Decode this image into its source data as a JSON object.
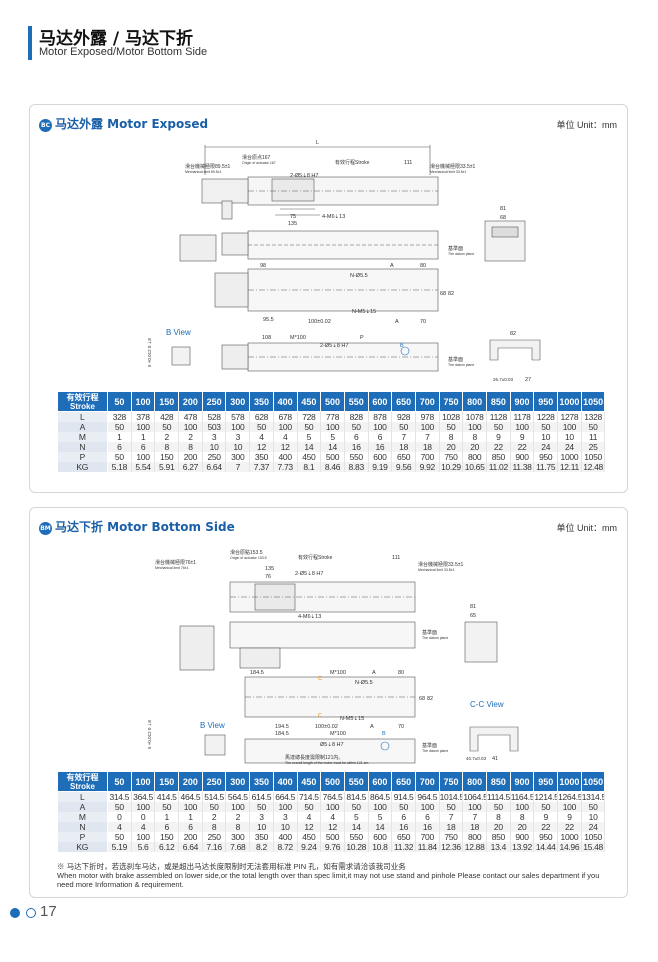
{
  "header": {
    "title": "马达外露 / 马达下折",
    "subtitle": "Motor Exposed/Motor Bottom Side"
  },
  "unit_label": "单位 Unit：mm",
  "section1": {
    "badge": "BC",
    "title": "马达外露 Motor  Exposed",
    "labels": {
      "L": "L",
      "origin": "滑台原点167",
      "origin_en": "Origin of actuator 167",
      "stroke": "有效行程Stroke",
      "d111": "111",
      "mech_left": "滑台機械極限89.5±1",
      "mech_left_en": "Mechanical limit 89.5±1",
      "mech_right": "滑台機械極限33.5±1",
      "mech_right_en": "Mechanical limit 33.5±1",
      "pin": "2-Ø5⇣8 H7",
      "d75": "75",
      "d135": "135",
      "m6": "4-M6⇣13",
      "d81": "81",
      "d68": "68",
      "datum": "基準面",
      "datum_en": "The datum plane",
      "d267": "26.7±0.03",
      "d98": "98",
      "A": "A",
      "d80": "80",
      "n55": "N-Ø5.5",
      "d68b": "68",
      "d82": "82",
      "d955": "95.5",
      "d100": "100±0.02",
      "m5": "N-M5⇣15",
      "d70": "70",
      "bview": "B View",
      "d108": "108",
      "m100": "M*100",
      "P": "P",
      "pin2": "2-Ø5⇣8 H7",
      "B": "B",
      "datum2": "基準面",
      "datum2_en": "The datum plane",
      "d82b": "82",
      "d27": "27",
      "d2603": "26.7±0.03",
      "tol": "5 +0.012 0 ⇣8"
    },
    "table": {
      "header_cn": "有效行程",
      "header_en": "Stroke",
      "strokes": [
        "50",
        "100",
        "150",
        "200",
        "250",
        "300",
        "350",
        "400",
        "450",
        "500",
        "550",
        "600",
        "650",
        "700",
        "750",
        "800",
        "850",
        "900",
        "950",
        "1000",
        "1050"
      ],
      "rows": [
        {
          "label": "L",
          "values": [
            "328",
            "378",
            "428",
            "478",
            "528",
            "578",
            "628",
            "678",
            "728",
            "778",
            "828",
            "878",
            "928",
            "978",
            "1028",
            "1078",
            "1128",
            "1178",
            "1228",
            "1278",
            "1328"
          ]
        },
        {
          "label": "A",
          "values": [
            "50",
            "100",
            "50",
            "100",
            "503",
            "100",
            "50",
            "100",
            "50",
            "100",
            "50",
            "100",
            "50",
            "100",
            "50",
            "100",
            "50",
            "100",
            "50",
            "100",
            "50"
          ]
        },
        {
          "label": "M",
          "values": [
            "1",
            "1",
            "2",
            "2",
            "3",
            "3",
            "4",
            "4",
            "5",
            "5",
            "6",
            "6",
            "7",
            "7",
            "8",
            "8",
            "9",
            "9",
            "10",
            "10",
            "11"
          ]
        },
        {
          "label": "N",
          "values": [
            "6",
            "6",
            "8",
            "8",
            "10",
            "10",
            "12",
            "12",
            "14",
            "14",
            "16",
            "16",
            "18",
            "18",
            "20",
            "20",
            "22",
            "22",
            "24",
            "24",
            "25"
          ]
        },
        {
          "label": "P",
          "values": [
            "50",
            "100",
            "150",
            "200",
            "250",
            "300",
            "350",
            "400",
            "450",
            "500",
            "550",
            "600",
            "650",
            "700",
            "750",
            "800",
            "850",
            "900",
            "950",
            "1000",
            "1050"
          ]
        },
        {
          "label": "KG",
          "values": [
            "5.18",
            "5.54",
            "5.91",
            "6.27",
            "6.64",
            "7",
            "7.37",
            "7.73",
            "8.1",
            "8.46",
            "8.83",
            "9.19",
            "9.56",
            "9.92",
            "10.29",
            "10.65",
            "11.02",
            "11.38",
            "11.75",
            "12.11",
            "12.48"
          ]
        }
      ]
    }
  },
  "section2": {
    "badge": "BM",
    "title": "马达下折 Motor Bottom Side",
    "labels": {
      "mech_left": "滑台機械極限76±1",
      "mech_left_en": "Mechanical limit 76±1",
      "origin": "滑台原點153.5",
      "origin_en": "Origin of actuator 153.5",
      "stroke": "有效行程Stroke",
      "d111": "111",
      "mech_right": "滑台機械極限33.5±1",
      "mech_right_en": "Mechanical limit 33.5±1",
      "d135": "135",
      "d76": "76",
      "pin": "2-Ø5⇣8 H7",
      "m6": "4-M6⇣13",
      "d81": "81",
      "d65": "65",
      "datum": "基準面",
      "datum_en": "The datum plane",
      "d1845": "184.5",
      "m100": "M*100",
      "A": "A",
      "d80": "80",
      "C1": "C",
      "n55": "N-Ø5.5",
      "d68": "68",
      "d82": "82",
      "C2": "C",
      "d1945": "194.5",
      "d100": "100±0.02",
      "m5": "N-M5⇣15",
      "d70": "70",
      "ccview": "C-C View",
      "bview": "B View",
      "d1845b": "184.5",
      "m100b": "M*100",
      "pin2": "Ø5⇣8 H7",
      "B": "B",
      "datum2": "基準面",
      "datum2_en": "The datum plane",
      "d407": "40.7±0.03",
      "d41": "41",
      "overall": "馬達總長度需限制121内。",
      "overall_en": "The overall length of the motor must be within 121 cm.",
      "tol": "5 +0.012 0 ⇣8"
    },
    "table": {
      "header_cn": "有效行程",
      "header_en": "Stroke",
      "strokes": [
        "50",
        "100",
        "150",
        "200",
        "250",
        "300",
        "350",
        "400",
        "450",
        "500",
        "550",
        "600",
        "650",
        "700",
        "750",
        "800",
        "850",
        "900",
        "950",
        "1000",
        "1050"
      ],
      "rows": [
        {
          "label": "L",
          "values": [
            "314.5",
            "364.5",
            "414.5",
            "464.5",
            "514.5",
            "564.5",
            "614.5",
            "664.5",
            "714.5",
            "764.5",
            "814.5",
            "864.5",
            "914.5",
            "964.5",
            "1014.5",
            "1064.5",
            "1114.5",
            "1164.5",
            "1214.5",
            "1264.5",
            "1314.5"
          ]
        },
        {
          "label": "A",
          "values": [
            "50",
            "100",
            "50",
            "100",
            "50",
            "100",
            "50",
            "100",
            "50",
            "100",
            "50",
            "100",
            "50",
            "100",
            "50",
            "100",
            "50",
            "100",
            "50",
            "100",
            "50"
          ]
        },
        {
          "label": "M",
          "values": [
            "0",
            "0",
            "1",
            "1",
            "2",
            "2",
            "3",
            "3",
            "4",
            "4",
            "5",
            "5",
            "6",
            "6",
            "7",
            "7",
            "8",
            "8",
            "9",
            "9",
            "10"
          ]
        },
        {
          "label": "N",
          "values": [
            "4",
            "4",
            "6",
            "6",
            "8",
            "8",
            "10",
            "10",
            "12",
            "12",
            "14",
            "14",
            "16",
            "16",
            "18",
            "18",
            "20",
            "20",
            "22",
            "22",
            "24"
          ]
        },
        {
          "label": "P",
          "values": [
            "50",
            "100",
            "150",
            "200",
            "250",
            "300",
            "350",
            "400",
            "450",
            "500",
            "550",
            "600",
            "650",
            "700",
            "750",
            "800",
            "850",
            "900",
            "950",
            "1000",
            "1050"
          ]
        },
        {
          "label": "KG",
          "values": [
            "5.19",
            "5.6",
            "6.12",
            "6.64",
            "7.16",
            "7.68",
            "8.2",
            "8.72",
            "9.24",
            "9.76",
            "10.28",
            "10.8",
            "11.32",
            "11.84",
            "12.36",
            "12.88",
            "13.4",
            "13.92",
            "14.44",
            "14.96",
            "15.48"
          ]
        }
      ]
    },
    "note_cn": "※ 马达下折时，若选刹车马达，或是超出马达长度限制时无法套用标准 PIN 孔，如有需求请洽该我司业务",
    "note_en": "When motor with brake assembled on lower side,or the total length over than spec limit,it may not use stand and pinhole Please contact our sales department if you need more Information & requirement."
  },
  "footer": {
    "page": "17"
  }
}
